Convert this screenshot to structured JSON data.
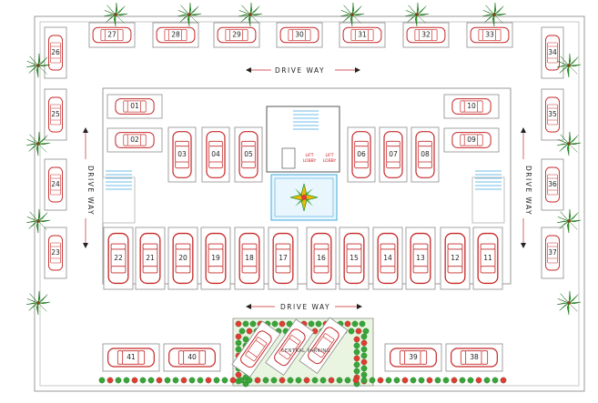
{
  "labels": {
    "drive_way_top": "DRIVE WAY",
    "drive_way_bottom": "DRIVE WAY",
    "drive_way_left": "DRIVE WAY",
    "drive_way_right": "DRIVE WAY",
    "lift_1": "LIFT",
    "lift_2": "LIFT",
    "lift_lobby_1": "LOBBY",
    "lift_lobby_2": "LOBBY",
    "central_parking": "CENTRAL PARKING"
  },
  "parking_top": [
    "27",
    "28",
    "29",
    "30",
    "31",
    "32",
    "33"
  ],
  "parking_left": [
    "26",
    "25",
    "24",
    "23"
  ],
  "parking_right": [
    "34",
    "35",
    "36",
    "37"
  ],
  "parking_inner_left_horizontal": [
    "01",
    "02"
  ],
  "parking_inner_right_horizontal": [
    "10",
    "09"
  ],
  "parking_inner_top_vertical_left": [
    "03",
    "04",
    "05"
  ],
  "parking_inner_top_vertical_right": [
    "06",
    "07",
    "08"
  ],
  "parking_inner_bottom_row": [
    "22",
    "21",
    "20",
    "19",
    "18",
    "17",
    "16",
    "15",
    "14",
    "13",
    "12",
    "11"
  ],
  "parking_bottom_left": [
    "41",
    "40"
  ],
  "parking_bottom_right": [
    "39",
    "38"
  ],
  "colors": {
    "car_outline": "#c62828",
    "wall": "#9a9a9a",
    "tree": "#2e9e2e",
    "flower_red": "#e53935",
    "water": "#3fa9e0"
  }
}
